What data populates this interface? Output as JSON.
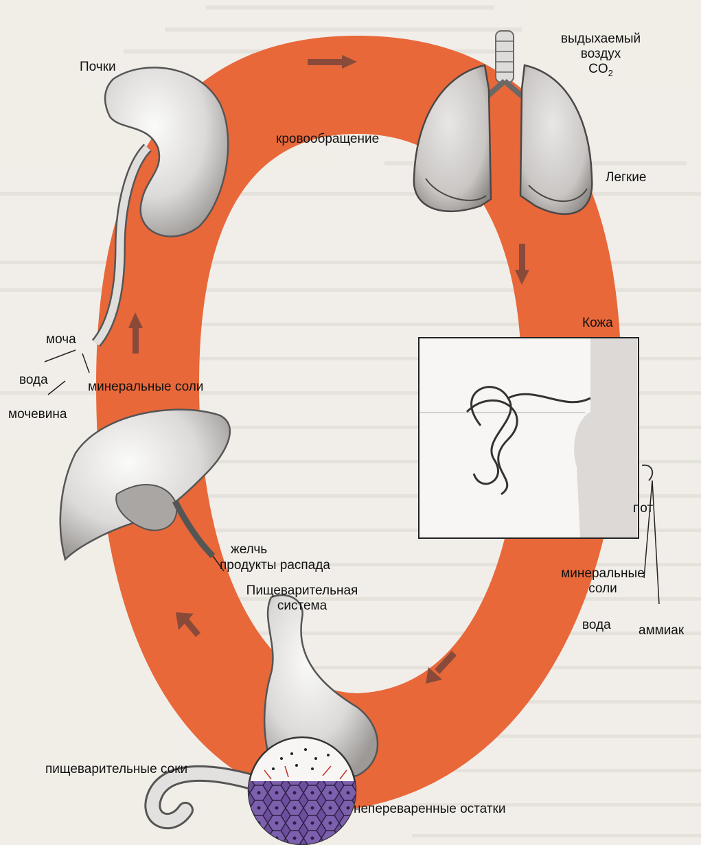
{
  "labels": {
    "kidneys": "Почки",
    "exhaled_air_line1": "выдыхаемый",
    "exhaled_air_line2": "воздух",
    "co2_main": "CO",
    "co2_sub": "2",
    "circulation": "кровообращение",
    "lungs": "Легкие",
    "skin": "Кожа",
    "urine": "моча",
    "water_left": "вода",
    "mineral_salts_left": "минеральные соли",
    "urea": "мочевина",
    "sweat": "пот",
    "bile": "желчь",
    "breakdown_products": "продукты распада",
    "digestive_system_line1": "Пищеварительная",
    "digestive_system_line2": "система",
    "mineral_salts_right_line1": "минеральные",
    "mineral_salts_right_line2": "соли",
    "water_right": "вода",
    "ammonia": "аммиак",
    "digestive_juices": "пищеварительные соки",
    "undigested_residues": "непереваренные остатки"
  },
  "colors": {
    "circulation_ring": "#e8683a",
    "arrow": "#8a4a3a",
    "organ_fill": "#e4e2e0",
    "organ_shade": "#9b9896",
    "intestine_cells": "#5a3f8c",
    "background": "#f1eee9"
  }
}
